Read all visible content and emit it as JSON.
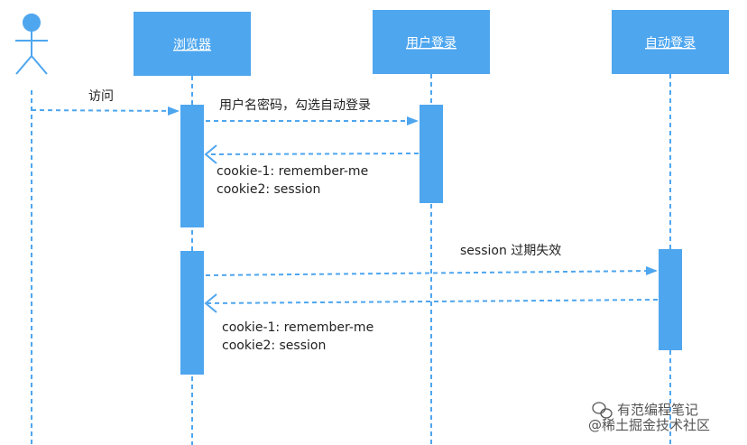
{
  "colors": {
    "accent": "#4ea6ef",
    "text": "#222222",
    "watermark": "#555555"
  },
  "participants": {
    "actor": {
      "icon": "stick-figure-icon"
    },
    "browser": {
      "label": "浏览器"
    },
    "user_login": {
      "label": "用户登录"
    },
    "auto_login": {
      "label": "自动登录"
    }
  },
  "messages": {
    "m1": {
      "text": "访问"
    },
    "m2": {
      "text": "用户名密码，勾选自动登录"
    },
    "m3": {
      "line1": "cookie-1: remember-me",
      "line2": "cookie2: session"
    },
    "m4": {
      "text": "session 过期失效"
    },
    "m5": {
      "line1": "cookie-1: remember-me",
      "line2": "cookie2: session"
    }
  },
  "watermark": {
    "line1": "有范编程笔记",
    "line2": "@稀土掘金技术社区",
    "icon": "wechat-icon"
  }
}
